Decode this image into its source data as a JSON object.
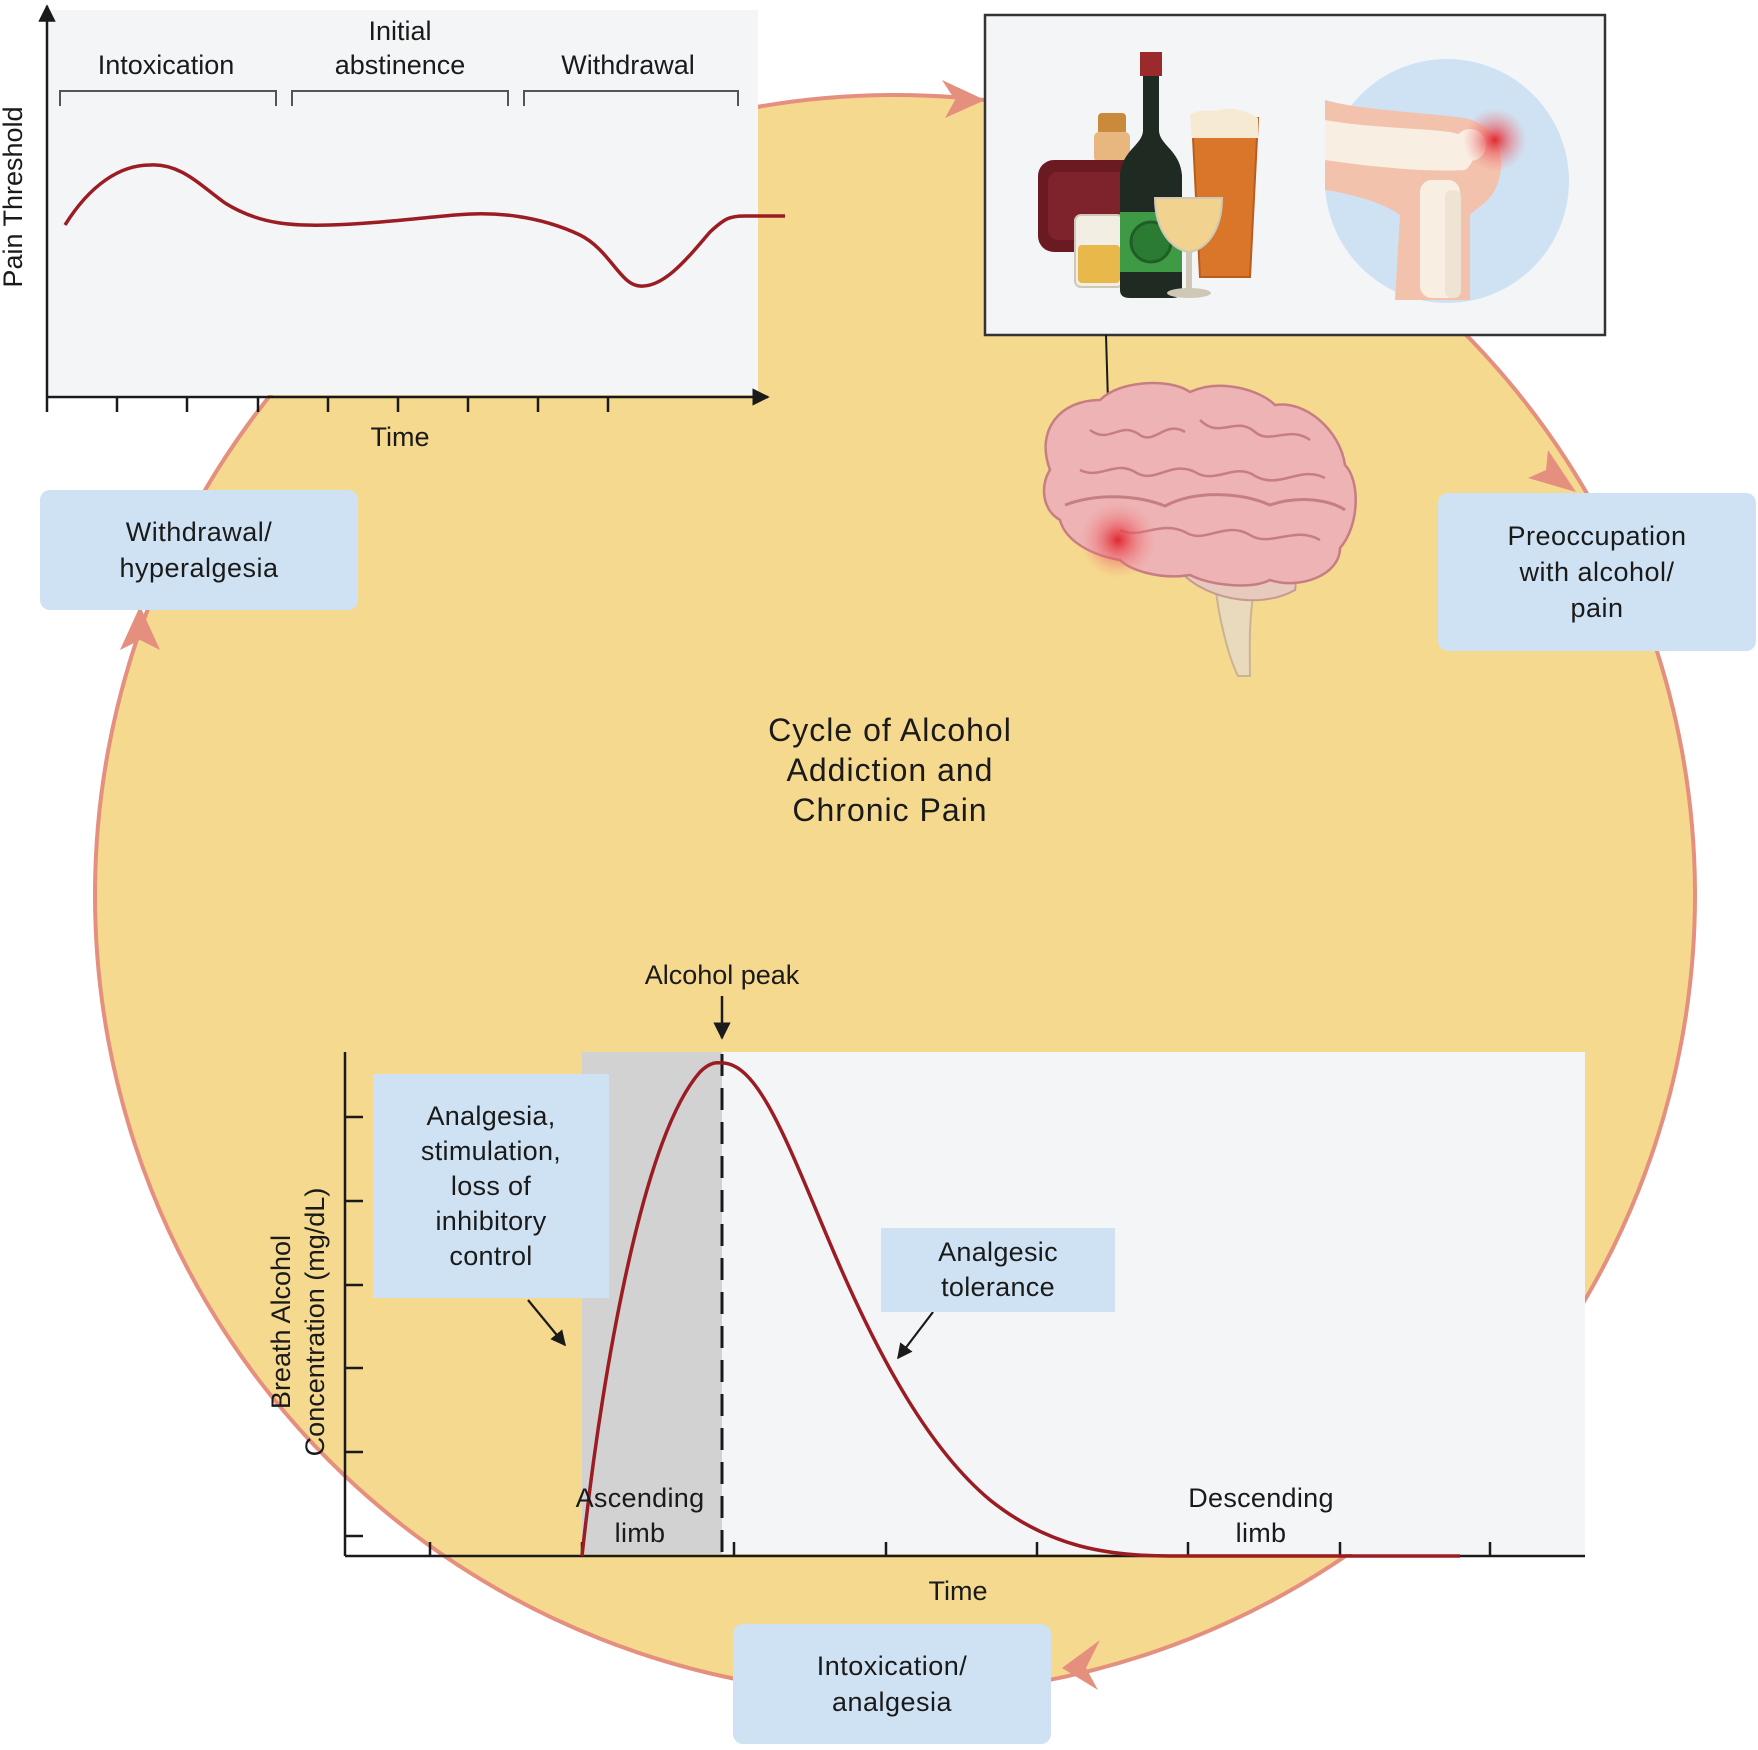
{
  "title": "Cycle of Alcohol Addiction and Chronic Pain",
  "stages": {
    "withdrawal": "Withdrawal/ hyperalgesia",
    "preoccupation": "Preoccupation with alcohol/ pain",
    "intoxication": "Intoxication/ analgesia"
  },
  "pain_chart": {
    "ylabel": "Pain Threshold",
    "xlabel": "Time",
    "phases": [
      "Intoxication",
      "Initial abstinence",
      "Withdrawal"
    ]
  },
  "alcohol_chart": {
    "ylabel": "Breath Alcohol Concentration (mg/dL)",
    "xlabel": "Time",
    "peak_label": "Alcohol peak",
    "ascending_label": "Ascending limb",
    "descending_label": "Descending limb",
    "ascending_effect": "Analgesia, stimulation, loss of inhibitory control",
    "descending_effect": "Analgesic tolerance"
  },
  "colors": {
    "cycle_fill": "#f5d98e",
    "cycle_ring": "#e58f7f",
    "curve": "#9b1c22",
    "label_box": "#cfe2f3",
    "panel_bg": "#f4f5f7",
    "shade": "#d2d2d2"
  },
  "icons": [
    "alcohol-bottles-icon",
    "knee-joint-pain-icon",
    "brain-icon"
  ]
}
